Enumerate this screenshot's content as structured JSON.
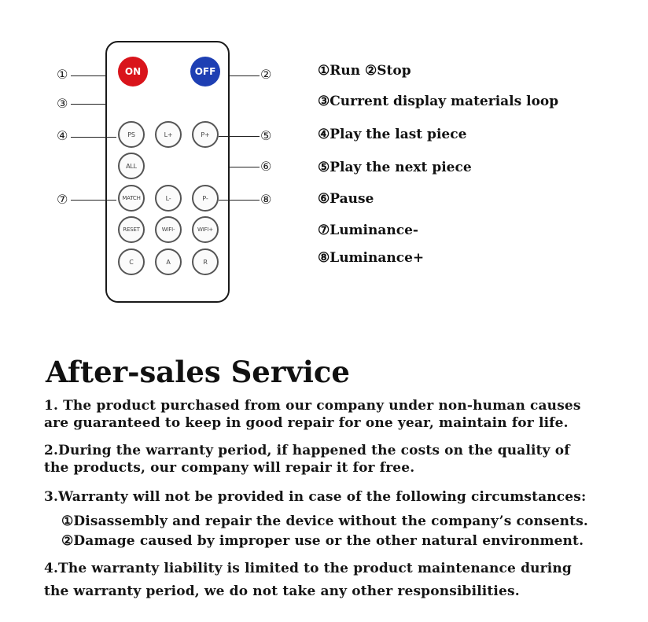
{
  "remote": {
    "buttons": {
      "on": "ON",
      "off": "OFF",
      "ps": "PS",
      "l_plus": "L+",
      "p_plus": "P+",
      "all": "ALL",
      "match": "MATCH",
      "l_minus": "L-",
      "p_minus": "P-",
      "reset": "RESET",
      "wifi_minus": "WIFI-",
      "wifi_plus": "WIFI+",
      "c": "C",
      "a": "A",
      "r": "R"
    },
    "callouts": {
      "c1": "①",
      "c2": "②",
      "c3": "③",
      "c4": "④",
      "c5": "⑤",
      "c6": "⑥",
      "c7": "⑦",
      "c8": "⑧"
    }
  },
  "legend": {
    "line1": "①Run ②Stop",
    "line2": "③Current display materials loop",
    "line3": "④Play the last piece",
    "line4": "⑤Play the next piece",
    "line5": "⑥Pause",
    "line6": "⑦Luminance-",
    "line7": "⑧Luminance+"
  },
  "after_sales": {
    "title": "After-sales Service",
    "p1_line1": "1. The product purchased from our company under non-human causes",
    "p1_line2": "are guaranteed to keep in good repair for one year, maintain for life.",
    "p2_line1": "2.During the warranty period, if happened the costs on the quality of",
    "p2_line2": "the products, our company will repair it for free.",
    "p3_line1": "3.Warranty will not be provided in case of the following circumstances:",
    "p3_item1": "①Disassembly and repair the device without the company’s consents.",
    "p3_item2": "②Damage caused by improper use or the other natural environment.",
    "p4_line1": "4.The warranty liability is limited to the product maintenance during",
    "p4_line2": "the warranty period, we do not take any other responsibilities."
  }
}
